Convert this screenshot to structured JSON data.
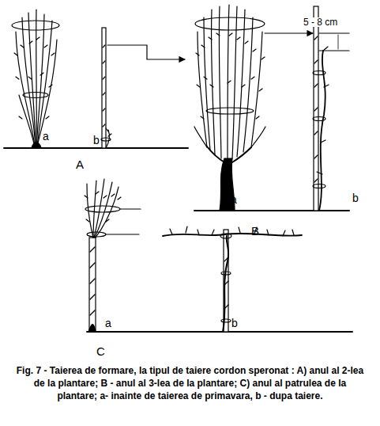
{
  "diagram": {
    "caption": "Fig. 7 - Taierea de formare, la tipul de taiere cordon speronat : A) anul al 2-lea de la plantare; B - anul al 3-lea de la plantare; C) anul al patrulea de la plantare; a- inainte de taierea de primavara, b - dupa taiere.",
    "labels": [
      "a",
      "b",
      "A",
      "5 - 8 cm",
      "a",
      "b",
      "B",
      "a",
      "b",
      "C"
    ]
  }
}
